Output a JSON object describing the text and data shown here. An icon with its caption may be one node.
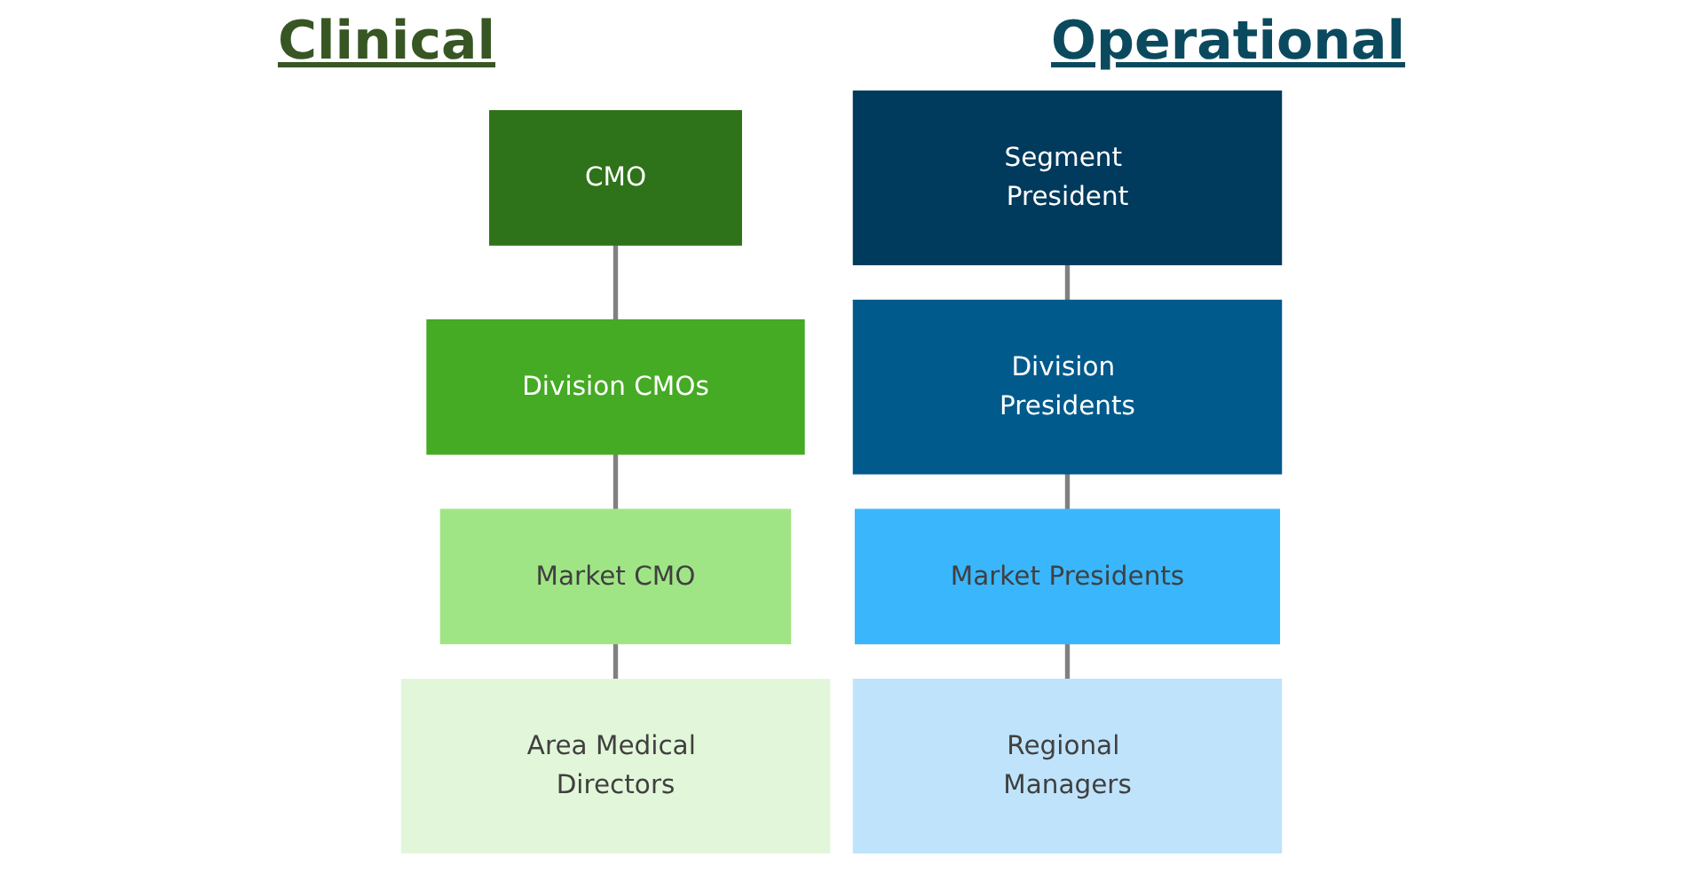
{
  "diagram": {
    "nodes": [
      {
        "text": [
          "CMO"
        ]
      },
      {
        "text": [
          "Segment President"
        ]
      },
      {
        "text": [
          "Division CMOs"
        ]
      },
      {
        "text": [
          "Division Presidents"
        ]
      },
      {
        "text": [
          "Market CMO"
        ]
      },
      {
        "text": [
          "Market Presidents"
        ]
      },
      {
        "text": [
          "Area Medical Directors"
        ]
      },
      {
        "text": [
          "Regional Managers"
        ]
      }
    ],
    "edges": [
      {
        "from": 0,
        "to": 2,
        "arrow": "none"
      },
      {
        "from": 2,
        "to": 4,
        "arrow": "none"
      },
      {
        "from": 4,
        "to": 6,
        "arrow": "none"
      },
      {
        "from": 1,
        "to": 3,
        "arrow": "none"
      },
      {
        "from": 3,
        "to": 5,
        "arrow": "none"
      },
      {
        "from": 5,
        "to": 7,
        "arrow": "none"
      }
    ],
    "labels": [
      "Clinical",
      "Operational"
    ]
  }
}
